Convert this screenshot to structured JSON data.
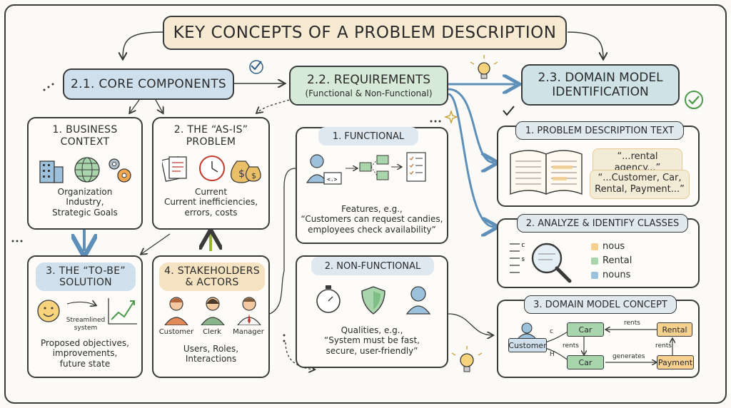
{
  "title": "KEY CONCEPTS OF A PROBLEM DESCRIPTION",
  "core": {
    "header": "2.1. CORE COMPONENTS",
    "business": {
      "title_line1": "1. BUSINESS",
      "title_line2": "CONTEXT",
      "line1": "Organization",
      "line2": "Industry,",
      "line3": "Strategic Goals"
    },
    "asis": {
      "title_line1": "2. THE “AS-IS”",
      "title_line2": "PROBLEM",
      "line1": "Current",
      "line2": "Current inefficiencies,",
      "line3": "errors, costs"
    },
    "tobe": {
      "title_line1": "3. THE “TO-BE”",
      "title_line2": "SOLUTION",
      "sketch_line1": "Streamlined",
      "sketch_line2": "system",
      "line1": "Proposed objectives,",
      "line2": "improvements,",
      "line3": "future state"
    },
    "stakeholders": {
      "title_line1": "4. STAKEHOLDERS",
      "title_line2": "& ACTORS",
      "actor1": "Customer",
      "actor2": "Clerk",
      "actor3": "Manager",
      "line1": "Users, Roles,",
      "line2": "Interactions"
    }
  },
  "requirements": {
    "header_line1": "2.2. REQUIREMENTS",
    "header_line2": "(Functional & Non-Functional)",
    "functional": {
      "title": "1. FUNCTIONAL",
      "line1": "Features, e.g.,",
      "line2": "“Customers can request candies,",
      "line3": "employees check availability”"
    },
    "nonfunctional": {
      "title": "2. NON-FUNCTIONAL",
      "line1": "Qualities, e.g.,",
      "line2": "“System must be fast,",
      "line3": "secure, user-friendly”"
    }
  },
  "domain": {
    "header_line1": "2.3. DOMAIN MODEL",
    "header_line2": "IDENTIFICATION",
    "text": {
      "title": "1. PROBLEM DESCRIPTION TEXT",
      "quote1": "“...rental agency...”",
      "quote2_line1": "“...Customer, Car,",
      "quote2_line2": "Rental, Payment...”"
    },
    "analyze": {
      "title": "2. ANALYZE & IDENTIFY CLASSES",
      "legend1": "nous",
      "legend2": "Rental",
      "legend3": "nouns"
    },
    "concept": {
      "title": "3. DOMAIN MODEL CONCEPT",
      "customer": "Customer",
      "car1": "Car",
      "car2": "Car",
      "rental": "Rental",
      "payment": "Payment",
      "rel_rents1": "rents",
      "rel_rents2": "rents",
      "rel_rents3": "rents",
      "rel_generates": "generates",
      "mult_c": "c",
      "mult_h": "H"
    }
  },
  "colors": {
    "title_bg": "#f7ead3",
    "blue": "#cfe0ec",
    "green": "#d6ead7",
    "teal": "#cfe3e6",
    "orange": "#f4d9a6",
    "legend_orange": "#f5d08f",
    "legend_green": "#a9d5ac",
    "legend_blue": "#9cc1dd"
  }
}
